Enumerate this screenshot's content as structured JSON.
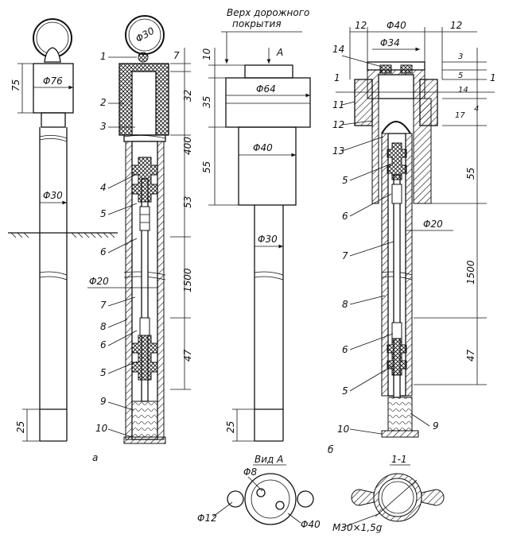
{
  "colors": {
    "ink": "#111111",
    "paper": "#ffffff"
  },
  "view_a": {
    "dims": {
      "d76": "Φ76",
      "d30": "Φ30",
      "h75": "75",
      "h25": "25",
      "ring_d": "Φ30"
    },
    "section": {
      "h7": "7",
      "h32": "32",
      "h400": "400",
      "h53": "53",
      "h1500": "1500",
      "h47": "47",
      "d20": "Φ20"
    },
    "callouts": [
      "1",
      "2",
      "3",
      "4",
      "5",
      "6",
      "7",
      "8",
      "6",
      "5",
      "9",
      "10"
    ],
    "letter": "а"
  },
  "view_mid": {
    "road_label_1": "Верх дорожного",
    "road_label_2": "покрытия",
    "arrow_a": "А",
    "dims": {
      "h10": "10",
      "h35": "35",
      "h55": "55",
      "h25": "25",
      "d64": "Φ64",
      "d40": "Φ40",
      "d30": "Φ30"
    }
  },
  "view_b": {
    "dims": {
      "w12a": "12",
      "w12b": "12",
      "d40": "Φ40",
      "d34": "Φ34",
      "h3": "3",
      "h5": "5",
      "h14": "14",
      "h17": "17",
      "h4": "4",
      "h55": "55",
      "h1500": "1500",
      "h47": "47",
      "d20": "Φ20"
    },
    "section_mark": "1",
    "callouts": [
      "14",
      "11",
      "12",
      "13",
      "5",
      "6",
      "7",
      "8",
      "6",
      "5",
      "10",
      "9"
    ],
    "letter": "б"
  },
  "vid_a": {
    "title": "Вид А",
    "d8": "Φ8",
    "d12": "Φ12",
    "d40": "Φ40"
  },
  "sec_11": {
    "title": "1-1",
    "thread": "М30×1,5g"
  }
}
